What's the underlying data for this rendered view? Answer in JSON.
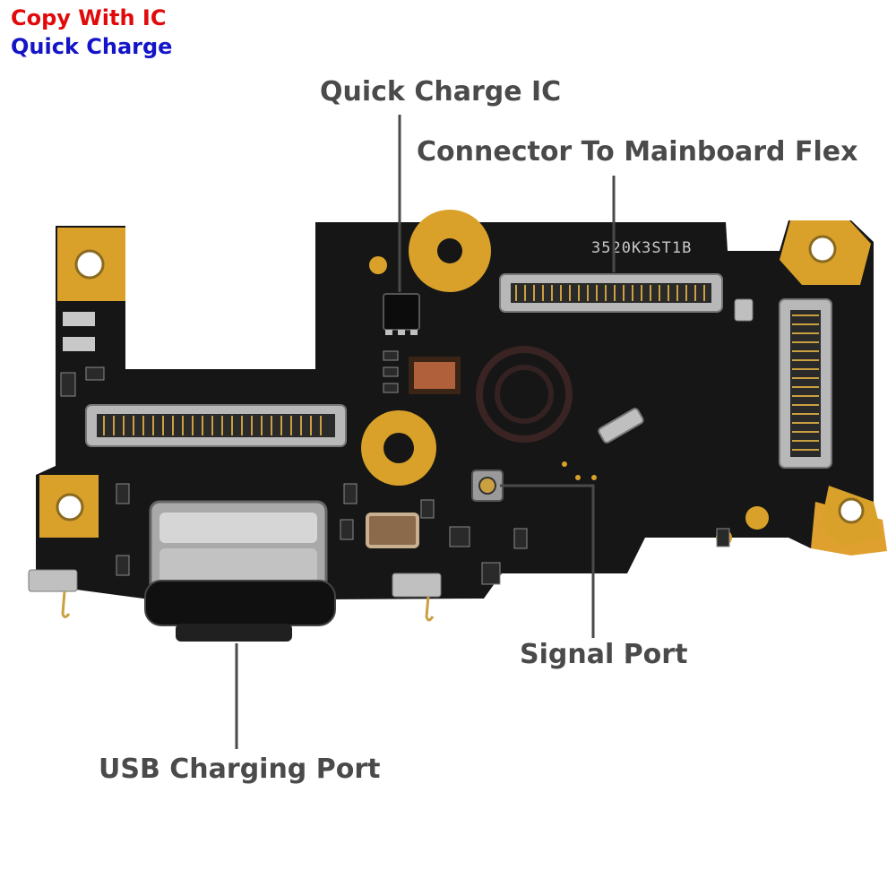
{
  "tags": {
    "line1": "Copy With IC",
    "line2": "Quick Charge",
    "line1_color": "#e10a0a",
    "line2_color": "#1414c8"
  },
  "callouts": {
    "quick_charge_ic": "Quick Charge IC",
    "connector_mainboard": "Connector To Mainboard Flex",
    "signal_port": "Signal Port",
    "usb_port": "USB Charging Port"
  },
  "board": {
    "silkscreen_code": "3520K3ST1B",
    "pcb_color": "#151515",
    "gold_color": "#d9a12a"
  }
}
